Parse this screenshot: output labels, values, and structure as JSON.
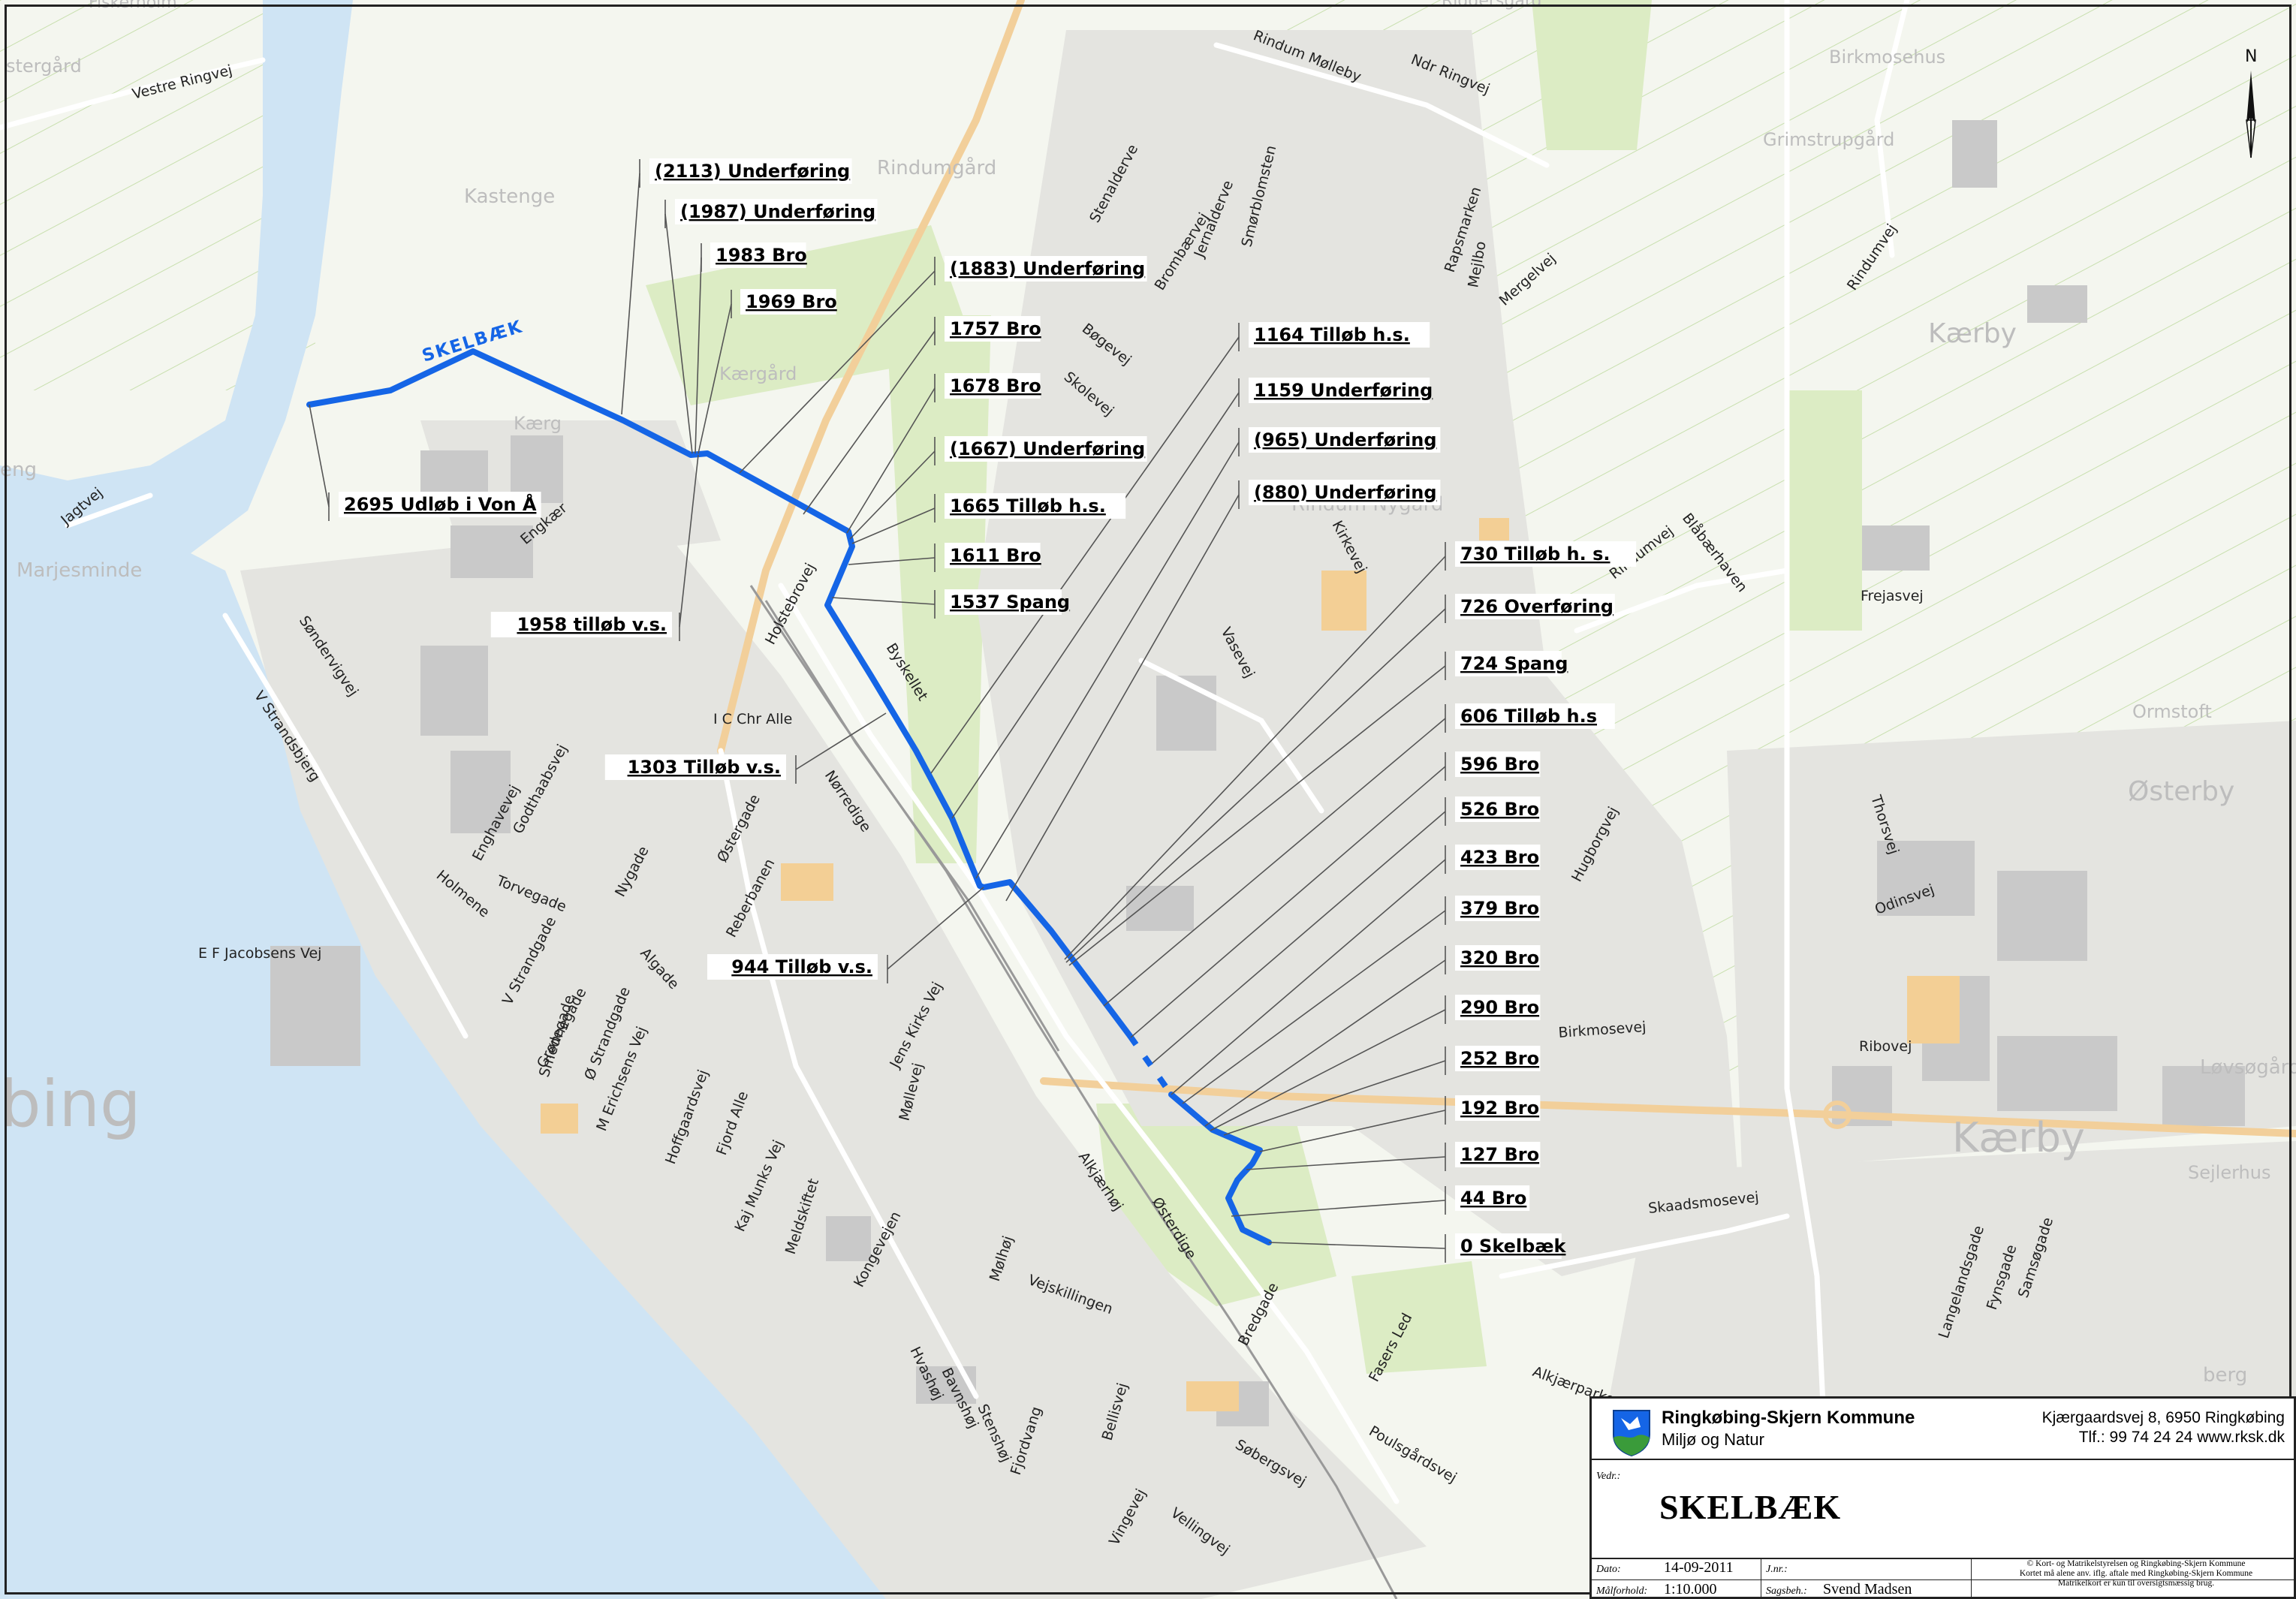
{
  "colors": {
    "stream": "#1565e6",
    "road_main": "#f2cf9a",
    "road": "#ffffff",
    "green": "#dcecc4",
    "water": "#cfe4f4",
    "building": "#c9c9c9",
    "label_box": "#ffffff"
  },
  "map": {
    "stream_label": "SKELBÆK",
    "north_label": "N",
    "station_labels": [
      "(2113) Underføring",
      "(1987) Underføring",
      "1983 Bro",
      "1969 Bro",
      "(1883) Underføring",
      "1757 Bro",
      "1678 Bro",
      "(1667) Underføring",
      "1665 Tilløb h.s.",
      "1611 Bro",
      "1537 Spang",
      "1164 Tilløb h.s.",
      "1159 Underføring",
      "(965) Underføring",
      "(880) Underføring",
      "730 Tilløb h. s.",
      "726 Overføring",
      "724 Spang",
      "606 Tilløb h.s",
      "596 Bro",
      "526 Bro",
      "423 Bro",
      "379 Bro",
      "320 Bro",
      "290 Bro",
      "252 Bro",
      "192 Bro",
      "127 Bro",
      "44 Bro",
      "0 Skelbæk",
      "2695 Udløb i Von Å",
      "1958 tilløb v.s.",
      "1303 Tilløb v.s.",
      "944 Tilløb v.s."
    ],
    "street_labels": [
      "Vestre Ringvej",
      "Rindum Mølleby",
      "Ndr Ringvej",
      "Stenalderve",
      "Brombærvej",
      "Jernalderve",
      "Smørblomsten",
      "Rapsmarken",
      "Mejlbo",
      "Mergelvej",
      "Rindumvej",
      "Bøgevej",
      "Skolevej",
      "Jagtvej",
      "Engkær",
      "Holstebrovej",
      "Byskellet",
      "Kirkevej",
      "Vasevej",
      "Rindumvej",
      "Blåbærhaven",
      "Frejasvej",
      "Søndervigvej",
      "V Strandsbjerg",
      "I C Chr Alle",
      "Enghavevej",
      "Godthaabsvej",
      "Torvegade",
      "Nygade",
      "Østergade",
      "Nørredige",
      "Reberbanen",
      "Holmene",
      "Thorsvej",
      "Odinsvej",
      "Hugborgvej",
      "E F Jacobsens Vej",
      "V Strandgade",
      "Grønnegade",
      "Algade",
      "Smedegade",
      "Ø Strandgade",
      "M Erichsens Vej",
      "Jens Kirks Vej",
      "Hoffgaardsvej",
      "Fjord Alle",
      "Møllevej",
      "Kaj Munks Vej",
      "Meldskiftet",
      "Alkjærhøj",
      "Østerdige",
      "Birkmosevej",
      "Ribovej",
      "Kongevejen",
      "Mølhøj",
      "Vejskillingen",
      "Skaadsmosevej",
      "Langelandsgade",
      "Fynsgade",
      "Samsøgade",
      "Hvashøj",
      "Bavnshøj",
      "Stenshøj",
      "Bredgade",
      "Fasers Led",
      "Fjordvang",
      "Bellisvej",
      "Alkjærparken",
      "Poulsgårdsvej",
      "Søbergsvej",
      "Vingevej",
      "Vellingvej"
    ],
    "place_labels": [
      "stergård",
      "Kastenge",
      "Rindumgård",
      "Kærgård",
      "Kærg",
      "Grimstrupgård",
      "Birkmosehus",
      "Kærby",
      "Rindum Nygård",
      "Marjesminde",
      "Ormstoft",
      "Østerby",
      "Løvsøgård",
      "bing",
      "Sejlerhus",
      "berg",
      "Kærby",
      "eng",
      "Fiskerholm",
      "Riddersgård"
    ]
  },
  "title_block": {
    "org": "Ringkøbing-Skjern Kommune",
    "dept": "Miljø og Natur",
    "address": "Kjærgaardsvej 8, 6950 Ringkøbing",
    "phone": "Tlf.: 99 74 24 24   www.rksk.dk",
    "vedr_label": "Vedr.:",
    "title": "SKELBÆK",
    "dato_label": "Dato:",
    "dato": "14-09-2011",
    "jnr_label": "J.nr.:",
    "malforhold_label": "Målforhold:",
    "malforhold": "1:10.000",
    "sagsbeh_label": "Sagsbeh.:",
    "sagsbeh": "Svend Madsen",
    "copyright": [
      "© Kort- og Matrikelstyrelsen og Ringkøbing-Skjern Kommune",
      "Kortet må alene anv. iflg. aftale med Ringkøbing-Skjern Kommune",
      "Matrikelkort er kun til oversigtsmæssig brug."
    ]
  }
}
